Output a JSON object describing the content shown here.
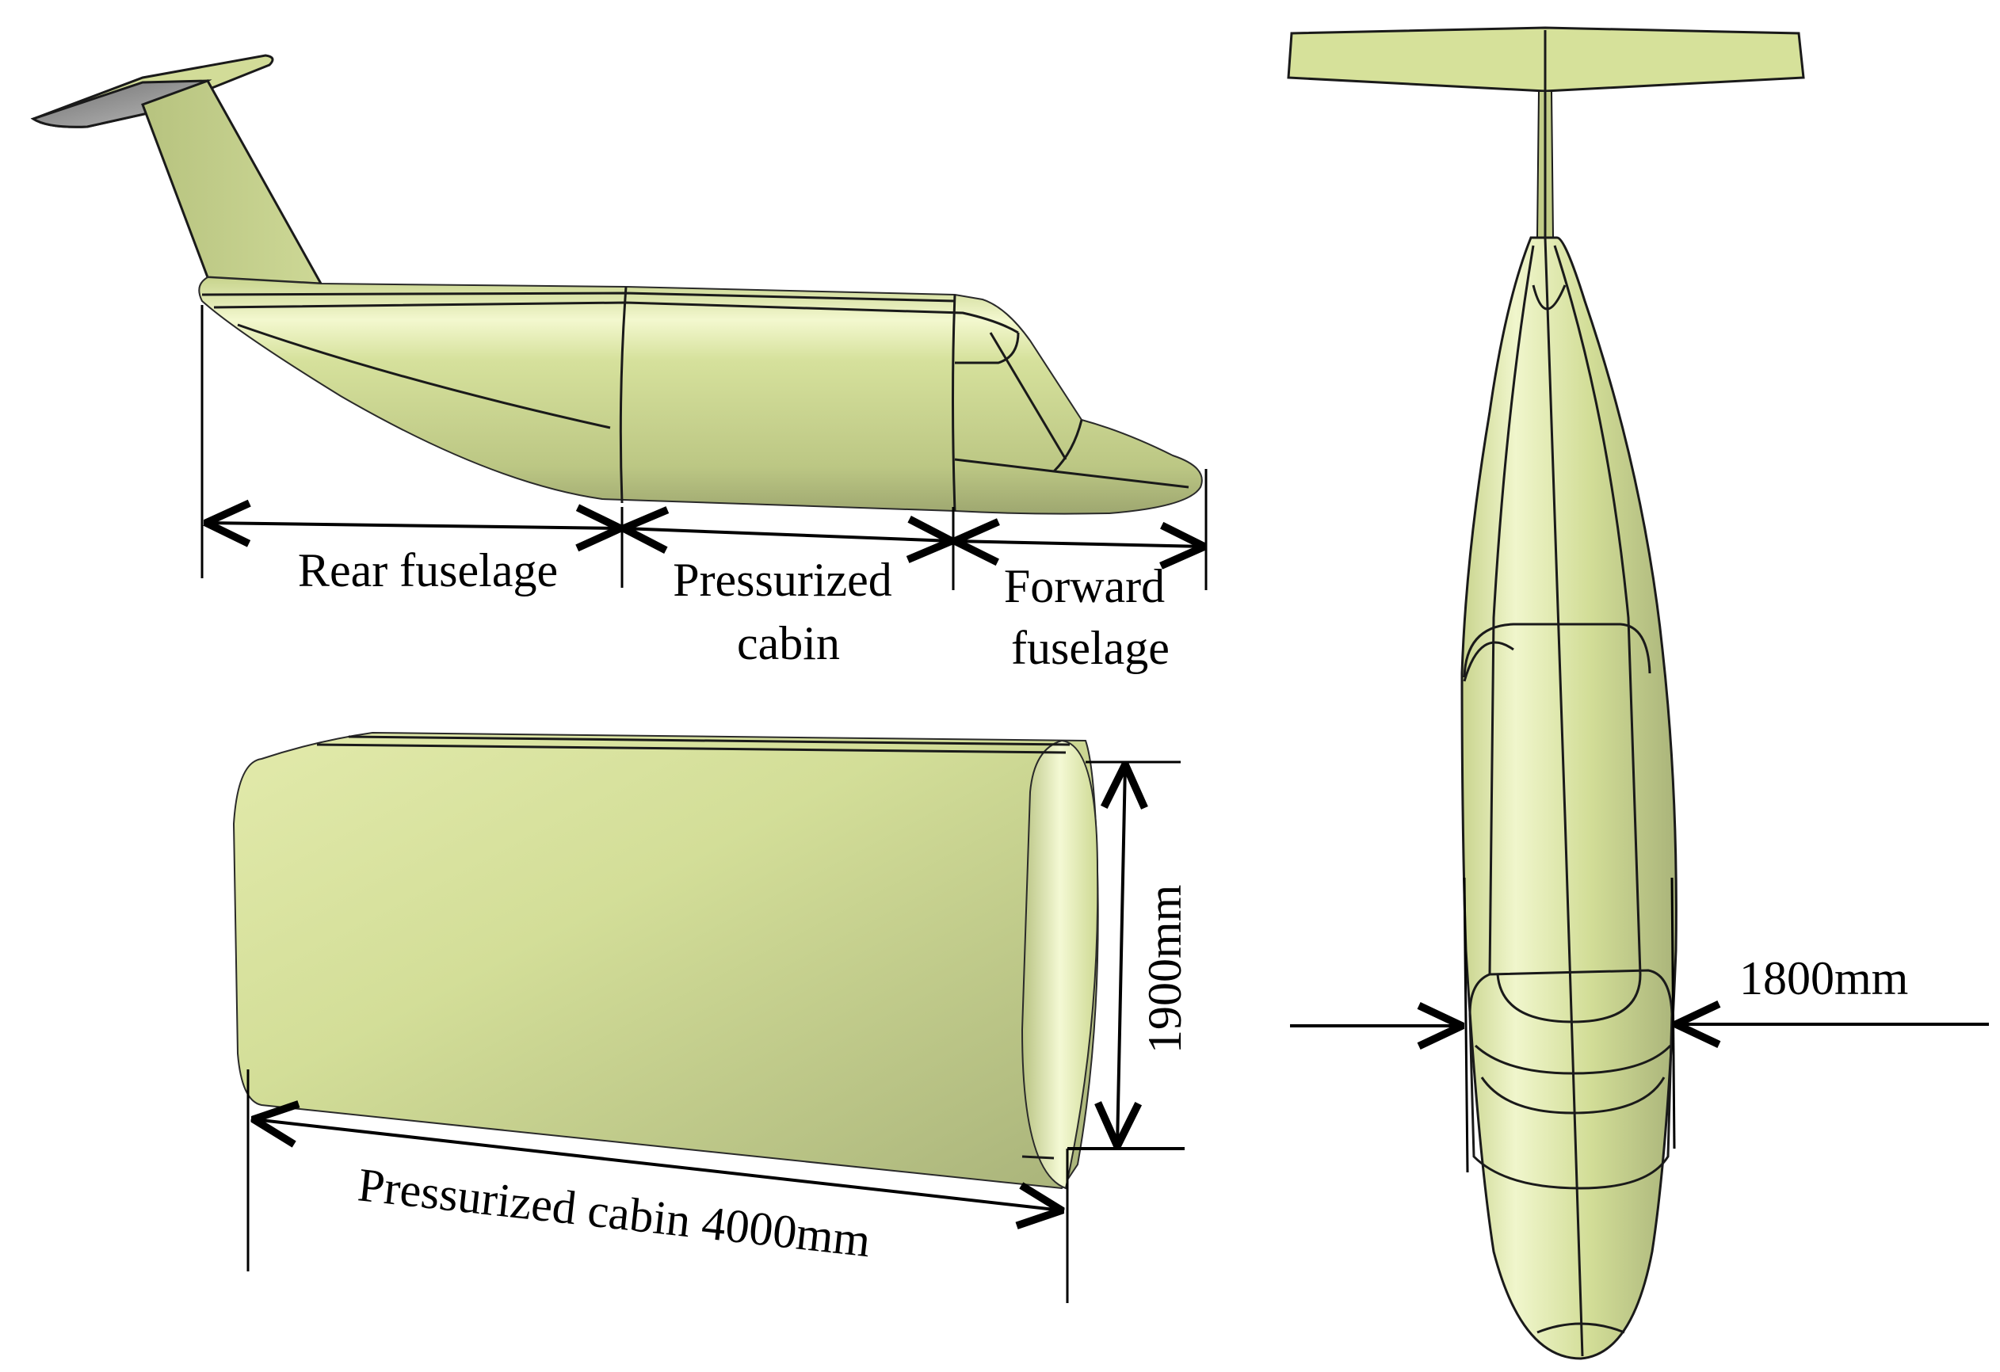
{
  "figure": {
    "colors": {
      "surface": "#d5e09a",
      "surface_light": "#eef4c4",
      "surface_dark": "#a8b279",
      "tail_tip_grey": "#9a9a9a",
      "line": "#1a1a1a",
      "background": "#ffffff"
    },
    "side_view": {
      "segments": [
        {
          "id": "rear",
          "label_lines": [
            "Rear fuselage"
          ]
        },
        {
          "id": "cabin",
          "label_lines": [
            "Pressurized",
            "cabin"
          ]
        },
        {
          "id": "forward",
          "label_lines": [
            "Forward",
            "fuselage"
          ]
        }
      ]
    },
    "cabin_view": {
      "length_label": "Pressurized cabin  4000mm",
      "height_label": "1900mm"
    },
    "top_view": {
      "width_label": "1800mm"
    }
  }
}
